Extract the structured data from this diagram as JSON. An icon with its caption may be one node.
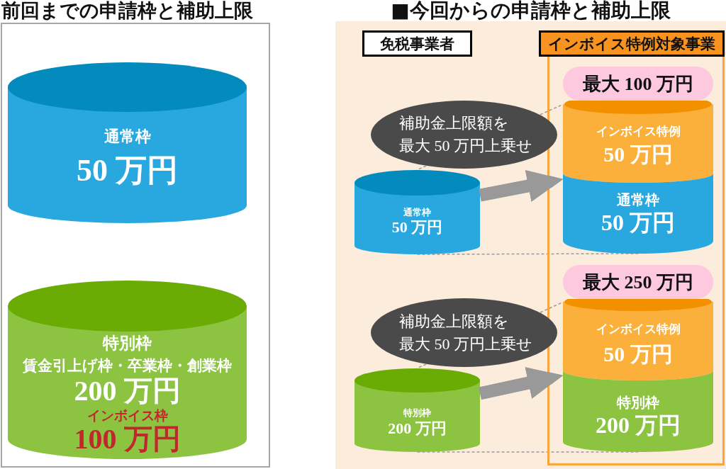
{
  "diagram": {
    "nodes": [
      {
        "text": [
          "前回までの申請枠と補助上限"
        ]
      },
      {
        "text": [
          "通常枠",
          "50 万円"
        ],
        "in": 0
      },
      {
        "text": [
          "特別枠",
          "賃金引上げ枠・卒業枠・創業枠",
          "200 万円",
          "インボイス枠",
          "100 万円"
        ],
        "in": 0
      },
      {
        "text": [
          "■今回からの申請枠と補助上限"
        ]
      },
      {
        "text": [
          "免税事業者"
        ],
        "in": 3
      },
      {
        "text": [
          "インボイス特例対象事業"
        ],
        "in": 3
      },
      {
        "text": [
          "最大 100 万円"
        ],
        "in": 5
      },
      {
        "text": [
          "補助金上限額を最大 50 万円上乗せ"
        ],
        "in": 3
      },
      {
        "text": [
          "インボイス特例",
          "50 万円"
        ],
        "in": 5
      },
      {
        "text": [
          "通常枠",
          "50 万円"
        ],
        "in": 3
      },
      {
        "text": [
          "通常枠",
          "50 万円"
        ],
        "in": 5
      },
      {
        "text": [
          "最大 250 万円"
        ],
        "in": 5
      },
      {
        "text": [
          "補助金上限額を最大 50 万円上乗せ"
        ],
        "in": 3
      },
      {
        "text": [
          "インボイス特例",
          "50 万円"
        ],
        "in": 5
      },
      {
        "text": [
          "特別枠",
          "200 万円"
        ],
        "in": 3
      },
      {
        "text": [
          "特別枠",
          "200 万円"
        ],
        "in": 5
      },
      {
        "text": [],
        "shape": "ellipse",
        "in": 8
      },
      {
        "text": [],
        "shape": "ellipse",
        "in": 13
      }
    ],
    "edges": [
      {
        "from": 9,
        "to": 10,
        "arrow": "to",
        "style": "thick"
      },
      {
        "from": 14,
        "to": 15,
        "arrow": "to",
        "style": "thick"
      },
      {
        "from": 7,
        "to": 9,
        "arrow": "none",
        "style": "dashed"
      },
      {
        "from": 7,
        "to": 8,
        "arrow": "none",
        "style": "dashed"
      },
      {
        "from": 9,
        "to": 10,
        "arrow": "none",
        "style": "dashed"
      },
      {
        "from": 12,
        "to": 14,
        "arrow": "none",
        "style": "dashed"
      },
      {
        "from": 12,
        "to": 13,
        "arrow": "none",
        "style": "dashed"
      },
      {
        "from": 14,
        "to": 15,
        "arrow": "none",
        "style": "dashed"
      }
    ]
  }
}
